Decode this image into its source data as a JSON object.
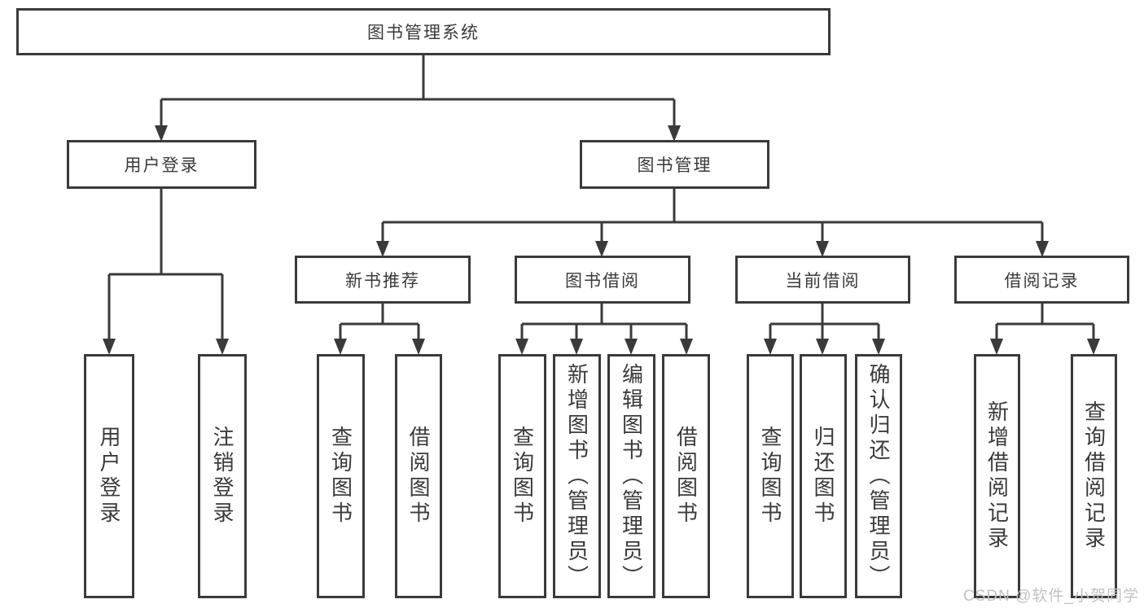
{
  "tree": {
    "label": "图书管理系统",
    "children": [
      {
        "label": "用户登录",
        "children": [
          {
            "label": "用户登录"
          },
          {
            "label": "注销登录"
          }
        ]
      },
      {
        "label": "图书管理",
        "children": [
          {
            "label": "新书推荐",
            "children": [
              {
                "label": "查询图书"
              },
              {
                "label": "借阅图书"
              }
            ]
          },
          {
            "label": "图书借阅",
            "children": [
              {
                "label": "查询图书"
              },
              {
                "label": "新增图书（管理员）"
              },
              {
                "label": "编辑图书（管理员）"
              },
              {
                "label": "借阅图书"
              }
            ]
          },
          {
            "label": "当前借阅",
            "children": [
              {
                "label": "查询图书"
              },
              {
                "label": "归还图书"
              },
              {
                "label": "确认归还（管理员）"
              }
            ]
          },
          {
            "label": "借阅记录",
            "children": [
              {
                "label": "新增借阅记录"
              },
              {
                "label": "查询借阅记录"
              }
            ]
          }
        ]
      }
    ]
  },
  "watermark": {
    "text": "CSDN @软件_小贺同学"
  },
  "colors": {
    "line": "#3a3a3a",
    "watermark": "#c2c2c2",
    "background": "#ffffff"
  }
}
